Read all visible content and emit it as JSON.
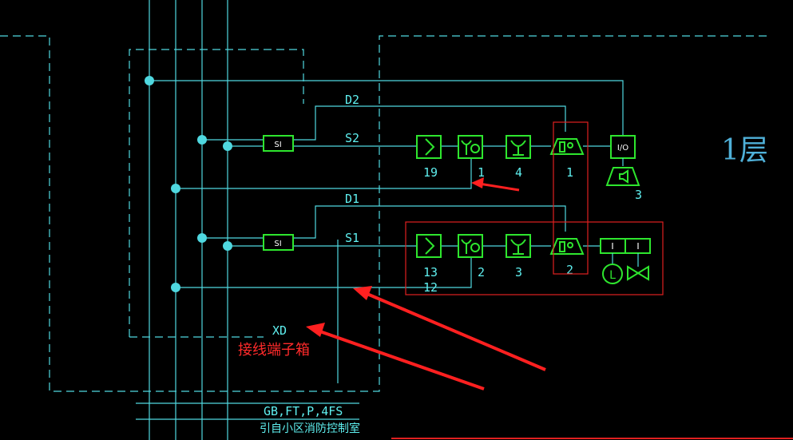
{
  "floor_label": "1层",
  "labels": {
    "d2": "D2",
    "s2": "S2",
    "d1": "D1",
    "s1": "S1",
    "xd": "XD"
  },
  "module_si": "SI",
  "io_label": "I/O",
  "row1_counts": {
    "smoke": "19",
    "heat": "1",
    "manual": "4",
    "hydrant": "1",
    "io": "3"
  },
  "row2_counts": {
    "smoke": "13",
    "smoke_extra": "12",
    "heat": "2",
    "manual": "3",
    "hydrant": "2"
  },
  "annotation": "接线端子箱",
  "cable_spec": "GB,FT,P,4FS",
  "cable_note": "引自小区消防控制室",
  "level_symbol": "L",
  "colors": {
    "background": "#000000",
    "wire": "#4fd8e0",
    "device": "#2ee62e",
    "highlight": "#e02020",
    "annotation": "#ff2a2a"
  }
}
